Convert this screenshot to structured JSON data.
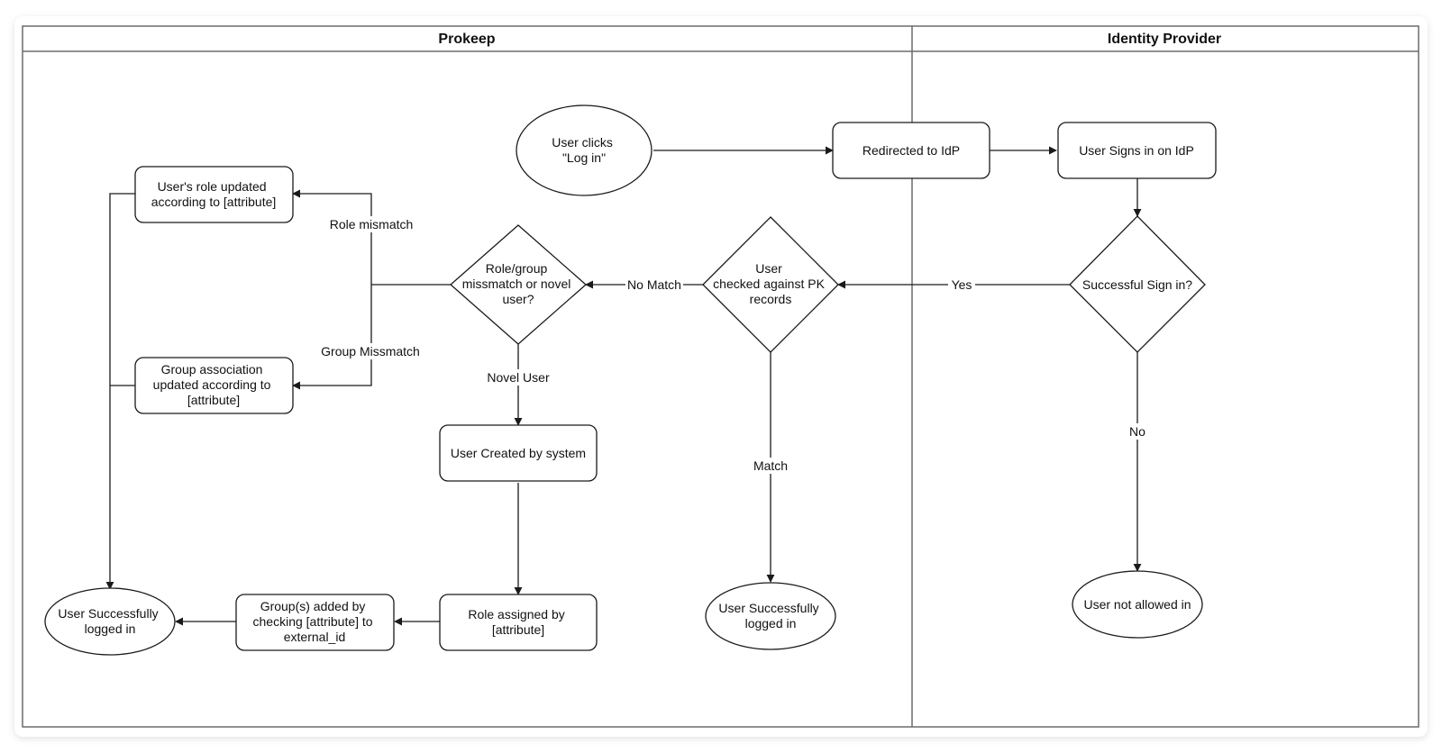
{
  "lanes": [
    {
      "id": "prokeep",
      "title": "Prokeep"
    },
    {
      "id": "idp",
      "title": "Identity Provider"
    }
  ],
  "nodes": {
    "user_clicks": [
      "User clicks",
      "\"Log in\""
    ],
    "redirected": [
      "Redirected to IdP"
    ],
    "signs_in": [
      "User Signs in on IdP"
    ],
    "successful_sign_in": [
      "Successful Sign in?"
    ],
    "checked_against": [
      "User",
      "checked against PK",
      "records"
    ],
    "mismatch": [
      "Role/group",
      "missmatch or novel",
      "user?"
    ],
    "role_updated": [
      "User's role updated",
      "according to [attribute]"
    ],
    "group_updated": [
      "Group association",
      "updated according to",
      "[attribute]"
    ],
    "user_created": [
      "User Created by system"
    ],
    "role_assigned": [
      "Role assigned by",
      "[attribute]"
    ],
    "groups_added": [
      "Group(s) added by",
      "checking [attribute] to",
      "external_id"
    ],
    "logged_in_left": [
      "User Successfully",
      "logged in"
    ],
    "logged_in_mid": [
      "User Successfully",
      "logged in"
    ],
    "not_allowed": [
      "User not allowed in"
    ]
  },
  "edge_labels": {
    "yes": "Yes",
    "no": "No",
    "match": "Match",
    "no_match": "No Match",
    "novel_user": "Novel User",
    "role_mismatch": "Role mismatch",
    "group_mismatch": "Group Missmatch"
  }
}
